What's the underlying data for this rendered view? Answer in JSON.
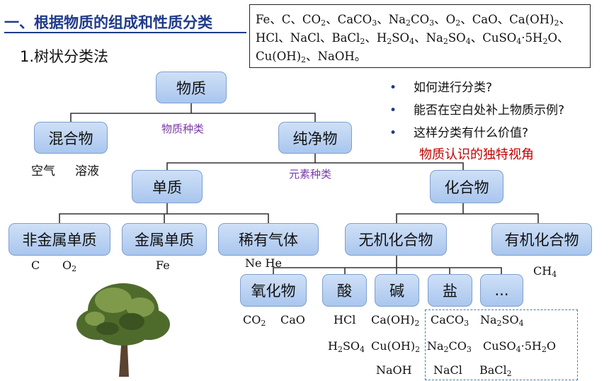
{
  "heading": "一、根据物质的组成和性质分类",
  "subheading": "1.树状分类法",
  "substance_list": {
    "line1": [
      "Fe、C、CO",
      "2",
      "、CaCO",
      "3",
      "、Na",
      "2",
      "CO",
      "3",
      "、O",
      "2",
      "、CaO、Ca(OH)",
      "2",
      "、"
    ],
    "line2": [
      "HCl、NaCl、BaCl",
      "2",
      "、H",
      "2",
      "SO",
      "4",
      "、Na",
      "2",
      "SO",
      "4",
      "、CuSO",
      "4",
      "·5H",
      "2",
      "O、"
    ],
    "line3": [
      "Cu(OH)",
      "2",
      "、NaOH。"
    ]
  },
  "nodes": {
    "substance": "物质",
    "mixture": "混合物",
    "pure": "纯净物",
    "element": "单质",
    "compound": "化合物",
    "nonmetal": "非金属单质",
    "metal": "金属单质",
    "noble_gas": "稀有气体",
    "inorganic": "无机化合物",
    "organic": "有机化合物",
    "oxide": "氧化物",
    "acid": "酸",
    "base": "碱",
    "salt": "盐",
    "more": "..."
  },
  "edge_labels": {
    "kind": "物质种类",
    "element_kind": "元素种类"
  },
  "examples": {
    "mixture": [
      "空气",
      "溶液"
    ],
    "nonmetal": [
      "C",
      "O",
      "2"
    ],
    "metal": "Fe",
    "noble_gas": "Ne  He",
    "organic": [
      "CH",
      "4"
    ],
    "oxide": [
      "CO",
      "2",
      "CaO"
    ],
    "acid": [
      "HCl",
      "H",
      "2",
      "SO",
      "4"
    ],
    "base": [
      "Ca(OH)",
      "2",
      "Cu(OH)",
      "2",
      "NaOH"
    ],
    "salt": [
      "CaCO",
      "3",
      "Na",
      "2",
      "SO",
      "4",
      "Na",
      "2",
      "CO",
      "3",
      "CuSO",
      "4",
      "·5H",
      "2",
      "O",
      "NaCl",
      "BaCl",
      "2"
    ]
  },
  "questions": [
    "如何进行分类?",
    "能否在空白处补上物质示例?",
    "这样分类有什么价值?"
  ],
  "highlight": "物质认识的独特视角",
  "colors": {
    "heading": "#1f3b8a",
    "node_fill": "#b9d1f2",
    "edge_label": "#7a3aa6",
    "highlight": "#c00000",
    "dashed_border": "#3a7fb0"
  }
}
